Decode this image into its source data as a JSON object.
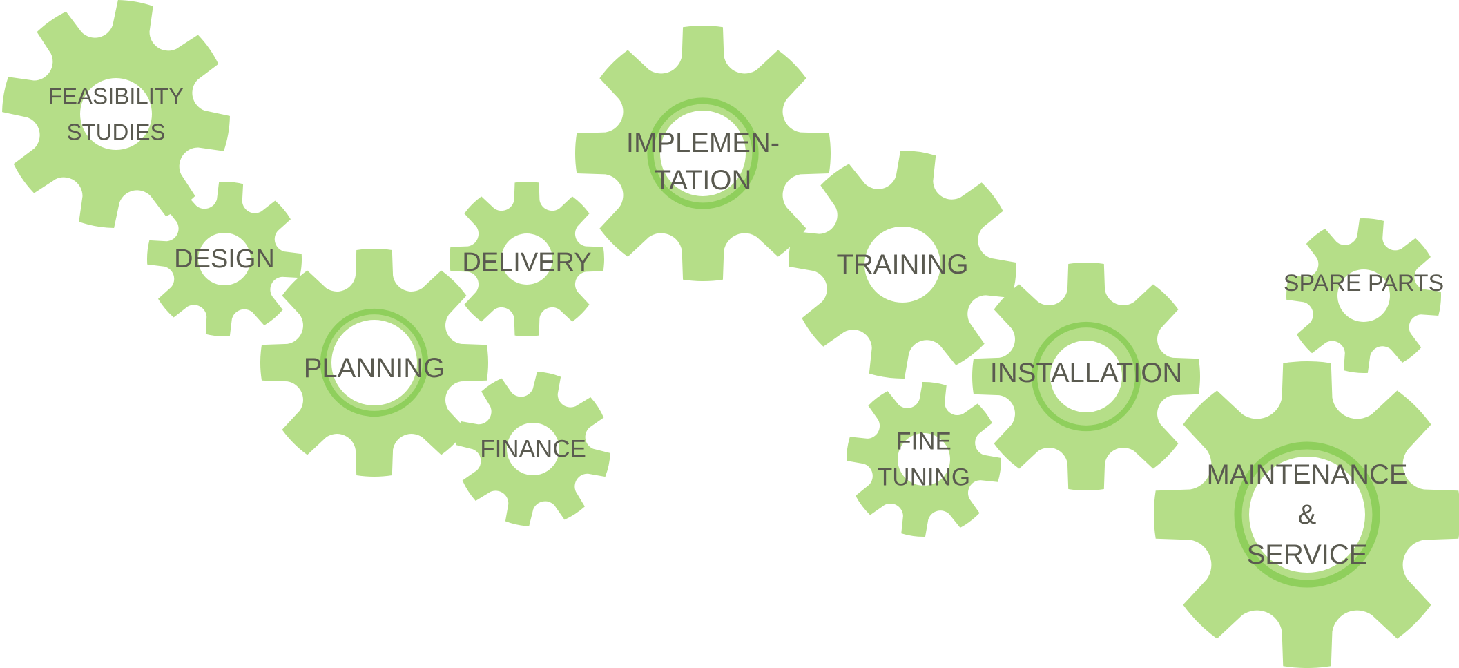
{
  "colors": {
    "gear_fill": "#b5de88",
    "gear_ring": "#8fcf5c",
    "hole": "#ffffff",
    "label": "#5a5a50"
  },
  "gears": [
    {
      "id": "feasibility-studies",
      "lines": [
        "FEASIBILITY",
        "STUDIES"
      ]
    },
    {
      "id": "design",
      "lines": [
        "DESIGN"
      ]
    },
    {
      "id": "planning",
      "lines": [
        "PLANNING"
      ]
    },
    {
      "id": "delivery",
      "lines": [
        "DELIVERY"
      ]
    },
    {
      "id": "finance",
      "lines": [
        "FINANCE"
      ]
    },
    {
      "id": "implementation",
      "lines": [
        "IMPLEMEN-",
        "TATION"
      ]
    },
    {
      "id": "training",
      "lines": [
        "TRAINING"
      ]
    },
    {
      "id": "fine-tuning",
      "lines": [
        "FINE",
        "TUNING"
      ]
    },
    {
      "id": "installation",
      "lines": [
        "INSTALLATION"
      ]
    },
    {
      "id": "spare-parts",
      "lines": [
        "SPARE PARTS"
      ]
    },
    {
      "id": "maintenance-service",
      "lines": [
        "MAINTENANCE",
        "&",
        "SERVICE"
      ]
    }
  ]
}
